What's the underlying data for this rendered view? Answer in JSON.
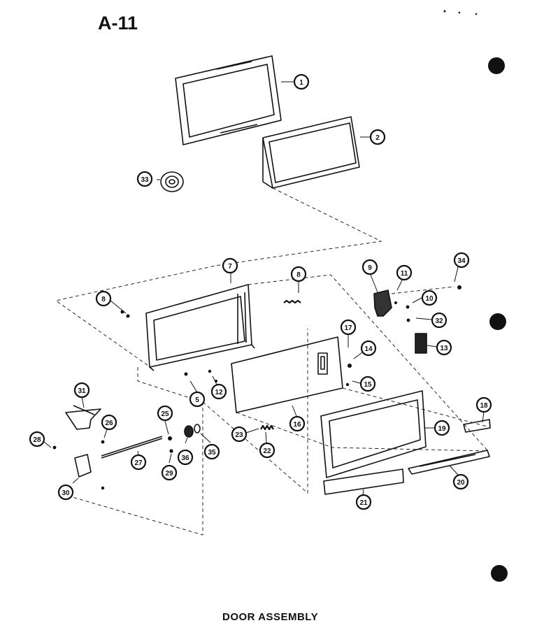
{
  "page": {
    "title": "A-11",
    "caption": "DOOR ASSEMBLY"
  },
  "callouts": [
    {
      "id": "c1",
      "label": "1"
    },
    {
      "id": "c2",
      "label": "2"
    },
    {
      "id": "c33",
      "label": "33"
    },
    {
      "id": "c7",
      "label": "7"
    },
    {
      "id": "c8a",
      "label": "8"
    },
    {
      "id": "c8b",
      "label": "8"
    },
    {
      "id": "c9",
      "label": "9"
    },
    {
      "id": "c11",
      "label": "11"
    },
    {
      "id": "c34",
      "label": "34"
    },
    {
      "id": "c10",
      "label": "10"
    },
    {
      "id": "c32",
      "label": "32"
    },
    {
      "id": "c17",
      "label": "17"
    },
    {
      "id": "c14",
      "label": "14"
    },
    {
      "id": "c13",
      "label": "13"
    },
    {
      "id": "c15",
      "label": "15"
    },
    {
      "id": "c5",
      "label": "5"
    },
    {
      "id": "c12",
      "label": "12"
    },
    {
      "id": "c16",
      "label": "16"
    },
    {
      "id": "c23",
      "label": "23"
    },
    {
      "id": "c22",
      "label": "22"
    },
    {
      "id": "c18",
      "label": "18"
    },
    {
      "id": "c19",
      "label": "19"
    },
    {
      "id": "c20",
      "label": "20"
    },
    {
      "id": "c21",
      "label": "21"
    },
    {
      "id": "c31",
      "label": "31"
    },
    {
      "id": "c25",
      "label": "25"
    },
    {
      "id": "c26",
      "label": "26"
    },
    {
      "id": "c28",
      "label": "28"
    },
    {
      "id": "c27",
      "label": "27"
    },
    {
      "id": "c36",
      "label": "36"
    },
    {
      "id": "c35",
      "label": "35"
    },
    {
      "id": "c29",
      "label": "29"
    },
    {
      "id": "c30",
      "label": "30"
    }
  ]
}
